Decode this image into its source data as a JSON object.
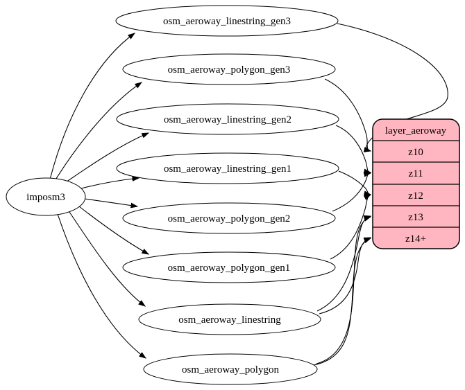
{
  "diagram": {
    "source": {
      "label": "imposm3"
    },
    "tables": [
      {
        "label": "osm_aeroway_linestring_gen3"
      },
      {
        "label": "osm_aeroway_polygon_gen3"
      },
      {
        "label": "osm_aeroway_linestring_gen2"
      },
      {
        "label": "osm_aeroway_linestring_gen1"
      },
      {
        "label": "osm_aeroway_polygon_gen2"
      },
      {
        "label": "osm_aeroway_polygon_gen1"
      },
      {
        "label": "osm_aeroway_linestring"
      },
      {
        "label": "osm_aeroway_polygon"
      }
    ],
    "layer": {
      "title": "layer_aeroway",
      "rows": [
        "z10",
        "z11",
        "z12",
        "z13",
        "z14+"
      ],
      "fill_color": "#ffb6c1",
      "border_color": "#000000"
    },
    "edges": {
      "from_source": [
        "osm_aeroway_linestring_gen3",
        "osm_aeroway_polygon_gen3",
        "osm_aeroway_linestring_gen2",
        "osm_aeroway_linestring_gen1",
        "osm_aeroway_polygon_gen2",
        "osm_aeroway_polygon_gen1",
        "osm_aeroway_linestring",
        "osm_aeroway_polygon"
      ],
      "to_layer": [
        {
          "from": "osm_aeroway_linestring_gen3",
          "to": "z10"
        },
        {
          "from": "osm_aeroway_polygon_gen3",
          "to": "z10"
        },
        {
          "from": "osm_aeroway_linestring_gen2",
          "to": "z11"
        },
        {
          "from": "osm_aeroway_polygon_gen2",
          "to": "z11"
        },
        {
          "from": "osm_aeroway_linestring_gen1",
          "to": "z12"
        },
        {
          "from": "osm_aeroway_polygon_gen1",
          "to": "z12"
        },
        {
          "from": "osm_aeroway_linestring",
          "to": "z13"
        },
        {
          "from": "osm_aeroway_linestring",
          "to": "z14+"
        },
        {
          "from": "osm_aeroway_polygon",
          "to": "z13"
        },
        {
          "from": "osm_aeroway_polygon",
          "to": "z14+"
        }
      ]
    }
  }
}
